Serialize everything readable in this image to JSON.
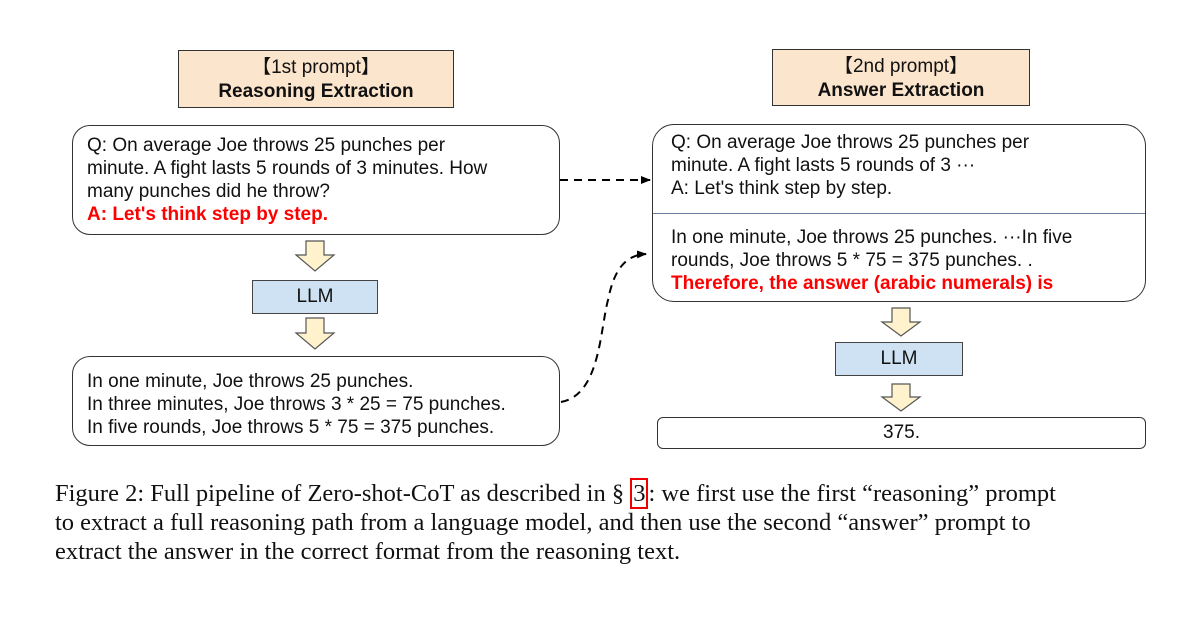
{
  "figure": {
    "prompt1": {
      "tag": "【1st prompt】",
      "title": "Reasoning Extraction",
      "question_lines": [
        "Q: On average Joe throws 25 punches per",
        "minute.  A fight lasts 5 rounds of 3 minutes.  How",
        "many punches did he throw?"
      ],
      "trigger": "A: Let's think step by step.",
      "model_label": "LLM",
      "output_lines": [
        "In one minute, Joe throws 25 punches.",
        "In three minutes, Joe throws 3 * 25 = 75 punches.",
        "In five rounds, Joe throws 5 * 75 = 375 punches."
      ]
    },
    "prompt2": {
      "tag": "【2nd prompt】",
      "title": "Answer Extraction",
      "question_lines": [
        "Q: On average Joe throws 25 punches per",
        "minute.  A fight lasts 5 rounds of 3 ···",
        "A: Let's think step by step."
      ],
      "reasoning_lines": [
        "In one minute, Joe throws 25 punches. ···In five",
        "rounds, Joe throws 5 * 75 = 375 punches. ."
      ],
      "trigger": "Therefore, the answer (arabic numerals) is",
      "model_label": "LLM",
      "answer": "375."
    },
    "colors": {
      "header_fill": "#fce5cd",
      "llm_fill": "#cfe2f3",
      "arrow_fill": "#fff2cc",
      "trigger_text": "#ff0000"
    }
  },
  "caption": {
    "before_ref": "Figure 2: Full pipeline of Zero-shot-CoT as described in § ",
    "ref": "3",
    "after_ref_line1": ": we first use the first “reasoning” prompt",
    "line2": "to extract a full reasoning path from a language model, and then use the second “answer” prompt to",
    "line3": "extract the answer in the correct format from the reasoning text."
  }
}
